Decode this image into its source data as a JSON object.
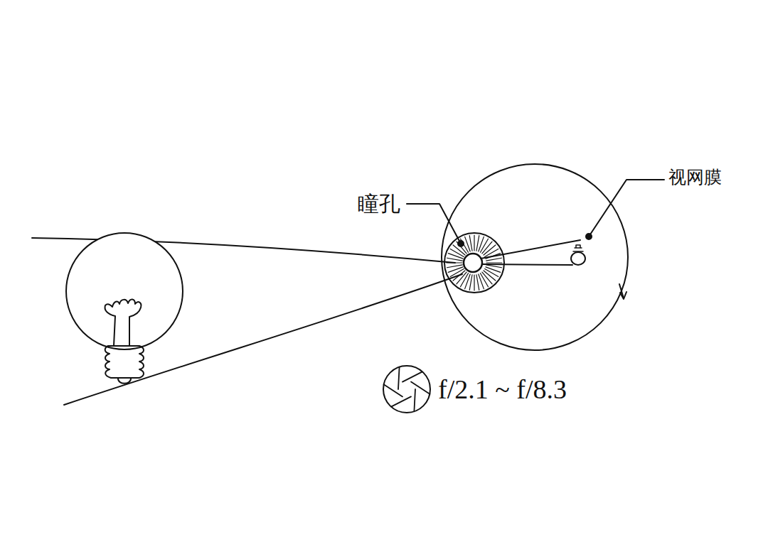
{
  "diagram": {
    "labels": [
      "瞳孔",
      "视网膜",
      "f/2.1 ~ f/8.3"
    ]
  }
}
